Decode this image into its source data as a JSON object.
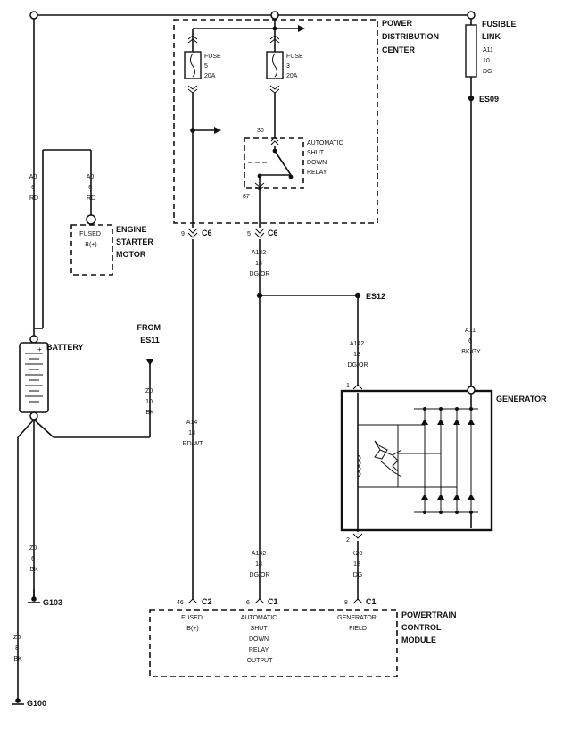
{
  "pdc": {
    "title": [
      "POWER",
      "DISTRIBUTION",
      "CENTER"
    ]
  },
  "fusible_link": {
    "title": [
      "FUSIBLE",
      "LINK"
    ],
    "wire": [
      "A11",
      "10",
      "DG"
    ]
  },
  "fuse5": {
    "lines": [
      "FUSE",
      "5",
      "20A"
    ]
  },
  "fuse3": {
    "lines": [
      "FUSE",
      "3",
      "20A"
    ]
  },
  "asd_relay": {
    "lines": [
      "AUTOMATIC",
      "SHUT",
      "DOWN",
      "RELAY"
    ],
    "pin_in": "30",
    "pin_out": "87"
  },
  "wire_a0_left": {
    "lines": [
      "A0",
      "6",
      "RD"
    ]
  },
  "wire_a0_right": {
    "lines": [
      "A0",
      "6",
      "RD"
    ]
  },
  "starter": {
    "inner": [
      "FUSED",
      "B(+)"
    ],
    "title": [
      "ENGINE",
      "STARTER",
      "MOTOR"
    ]
  },
  "battery": {
    "title": "BATTERY",
    "plus": "+"
  },
  "from_es11": {
    "lines": [
      "FROM",
      "ES11"
    ]
  },
  "wire_z0_10": {
    "lines": [
      "Z0",
      "10",
      "BK"
    ]
  },
  "c6_left": {
    "pin": "9",
    "name": "C6"
  },
  "c6_right": {
    "pin": "5",
    "name": "C6"
  },
  "wire_a142_top": {
    "lines": [
      "A142",
      "18",
      "DG/OR"
    ]
  },
  "es12": {
    "name": "ES12"
  },
  "es09": {
    "name": "ES09"
  },
  "wire_a142_gen": {
    "lines": [
      "A142",
      "18",
      "DG/OR"
    ]
  },
  "wire_a11_6": {
    "lines": [
      "A11",
      "6",
      "BK/GY"
    ]
  },
  "wire_a14": {
    "lines": [
      "A14",
      "18",
      "RD/WT"
    ]
  },
  "generator": {
    "title": "GENERATOR",
    "pin_top": "1",
    "pin_bottom": "2"
  },
  "wire_z0_6": {
    "lines": [
      "Z0",
      "6",
      "BK"
    ]
  },
  "g103": {
    "name": "G103"
  },
  "wire_z0_8": {
    "lines": [
      "Z0",
      "8",
      "BK"
    ]
  },
  "g100": {
    "name": "G100"
  },
  "wire_a142_bottom": {
    "lines": [
      "A142",
      "18",
      "DG/OR"
    ]
  },
  "wire_k20": {
    "lines": [
      "K20",
      "18",
      "DG"
    ]
  },
  "c2": {
    "pin": "46",
    "name": "C2"
  },
  "c1a": {
    "pin": "6",
    "name": "C1"
  },
  "c1b": {
    "pin": "8",
    "name": "C1"
  },
  "pcm": {
    "title": [
      "POWERTRAIN",
      "CONTROL",
      "MODULE"
    ],
    "fused_b": [
      "FUSED",
      "B(+)"
    ],
    "asd_output": [
      "AUTOMATIC",
      "SHUT",
      "DOWN",
      "RELAY",
      "OUTPUT"
    ],
    "gen_field": [
      "GENERATOR",
      "FIELD"
    ]
  }
}
